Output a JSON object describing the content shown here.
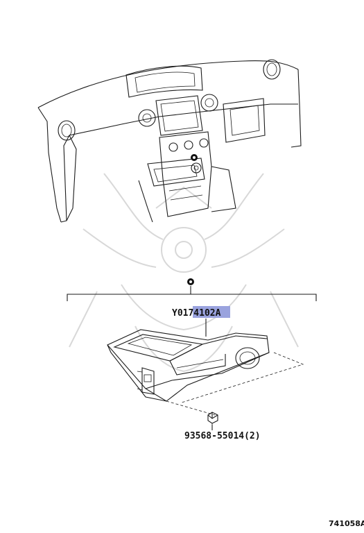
{
  "diagram": {
    "assembly_label": {
      "prefix": "Y01",
      "highlighted_code": "74102A",
      "highlight_color": "#9aa3de"
    },
    "fastener_label": "93568-55014(2)",
    "figure_id": "741058A",
    "watermark": "samurai-helmet-logo"
  }
}
